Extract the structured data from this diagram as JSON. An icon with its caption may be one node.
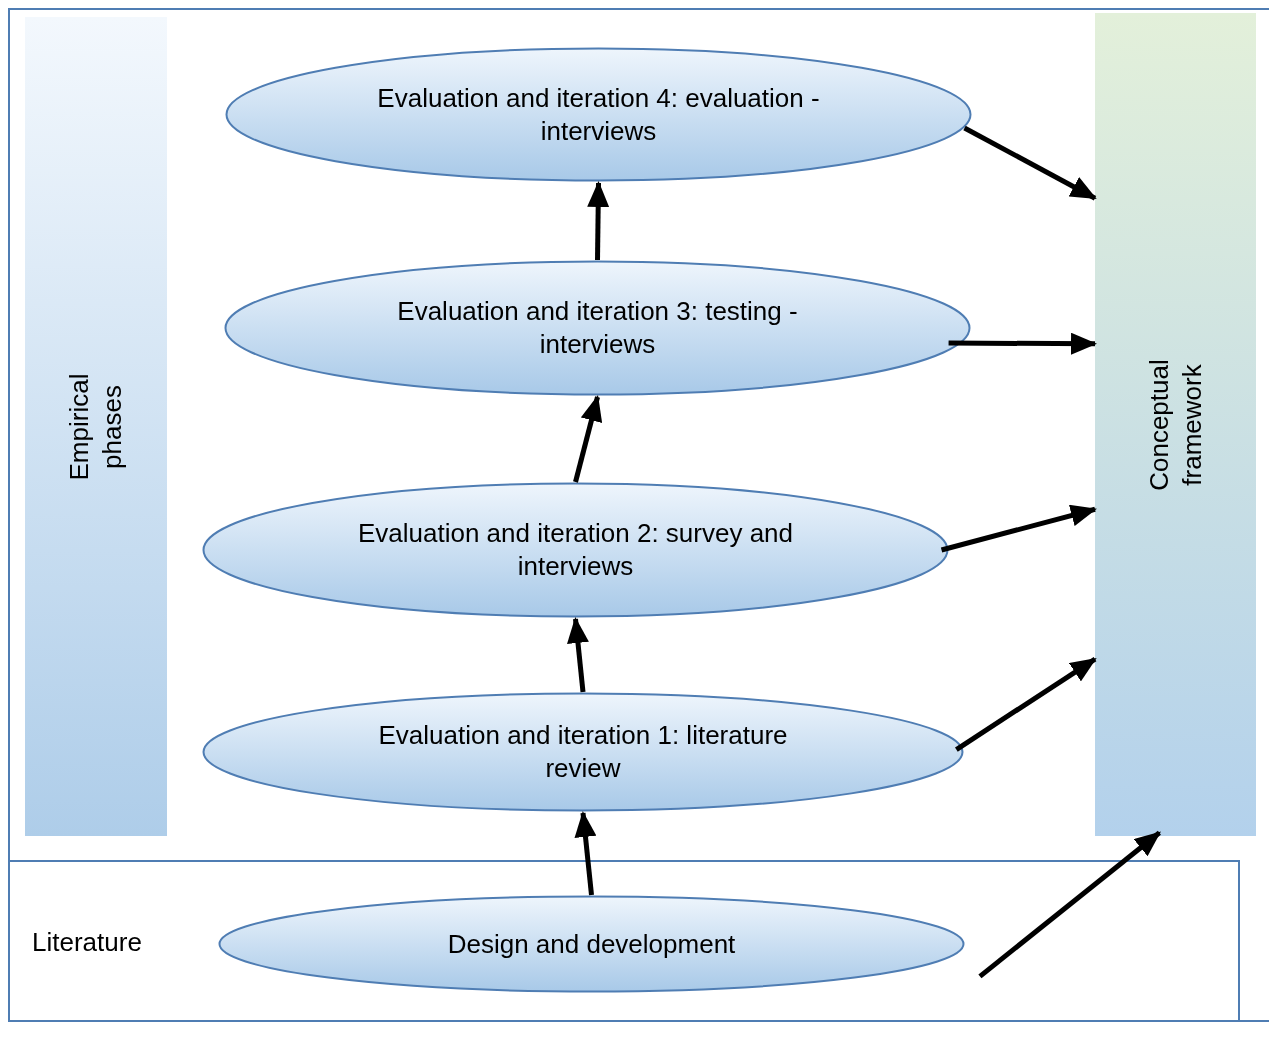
{
  "diagram": {
    "nodes": [
      {
        "text": [
          "Empirical phases"
        ]
      },
      {
        "text": [
          "Conceptual framework"
        ]
      },
      {
        "text": [
          "Literature"
        ]
      },
      {
        "text": [
          "Evaluation and iteration 4: evaluation - interviews"
        ]
      },
      {
        "text": [
          "Evaluation and iteration 3: testing - interviews"
        ]
      },
      {
        "text": [
          "Evaluation and iteration 2: survey and interviews"
        ]
      },
      {
        "text": [
          "Evaluation and iteration 1: literature review"
        ]
      },
      {
        "text": [
          "Design and development"
        ],
        "in": 2
      }
    ],
    "edges": [
      {
        "from": 7,
        "to": 6,
        "arrow": "to"
      },
      {
        "from": 6,
        "to": 5,
        "arrow": "to"
      },
      {
        "from": 5,
        "to": 4,
        "arrow": "to"
      },
      {
        "from": 4,
        "to": 3,
        "arrow": "to"
      },
      {
        "from": 3,
        "to": 1,
        "arrow": "to"
      },
      {
        "from": 4,
        "to": 1,
        "arrow": "to"
      },
      {
        "from": 5,
        "to": 1,
        "arrow": "to"
      },
      {
        "from": 6,
        "to": 1,
        "arrow": "to"
      },
      {
        "from": 7,
        "to": 1,
        "arrow": "to"
      }
    ]
  }
}
